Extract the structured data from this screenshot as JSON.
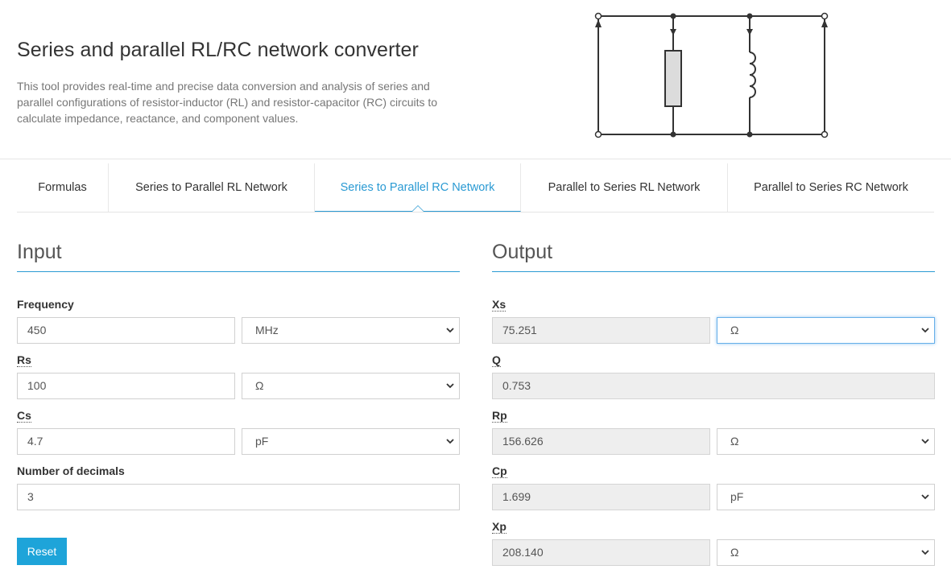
{
  "header": {
    "title": "Series and parallel RL/RC network converter",
    "description": "This tool provides real-time and precise data conversion and analysis of series and parallel configurations of resistor-inductor (RL) and resistor-capacitor (RC) circuits to calculate impedance, reactance, and component values."
  },
  "tabs": [
    {
      "label": "Formulas"
    },
    {
      "label": "Series to Parallel RL Network"
    },
    {
      "label": "Series to Parallel RC Network"
    },
    {
      "label": "Parallel to Series RL Network"
    },
    {
      "label": "Parallel to Series RC Network"
    }
  ],
  "input": {
    "heading": "Input",
    "frequency": {
      "label": "Frequency",
      "value": "450",
      "unit": "MHz"
    },
    "rs": {
      "label": "Rs",
      "value": "100",
      "unit": "Ω"
    },
    "cs": {
      "label": "Cs",
      "value": "4.7",
      "unit": "pF"
    },
    "decimals": {
      "label": "Number of decimals",
      "value": "3"
    },
    "reset_label": "Reset"
  },
  "output": {
    "heading": "Output",
    "xs": {
      "label": "Xs",
      "value": "75.251",
      "unit": "Ω"
    },
    "q": {
      "label": "Q",
      "value": "0.753"
    },
    "rp": {
      "label": "Rp",
      "value": "156.626",
      "unit": "Ω"
    },
    "cp": {
      "label": "Cp",
      "value": "1.699",
      "unit": "pF"
    },
    "xp": {
      "label": "Xp",
      "value": "208.140",
      "unit": "Ω"
    }
  },
  "colors": {
    "accent": "#2a9ad3",
    "button": "#1ea4d9"
  }
}
